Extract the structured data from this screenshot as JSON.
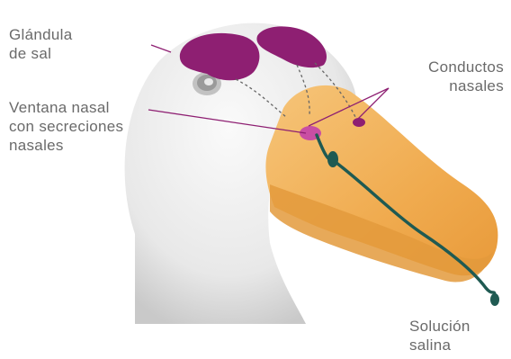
{
  "labels": {
    "salt_gland": {
      "line1": "Glándula",
      "line2": "de sal"
    },
    "nostril": {
      "line1": "Ventana nasal",
      "line2": "con secreciones",
      "line3": "nasales"
    },
    "nasal_ducts": {
      "line1": "Conductos",
      "line2": "nasales"
    },
    "saline_solution": {
      "line1": "Solución",
      "line2": "salina"
    }
  },
  "colors": {
    "gland": "#8e1f72",
    "beak": "#f2b45c",
    "beak_shadow": "#e29a3a",
    "duct": "#1f5a52",
    "head": "#e6e6e6",
    "leader_line": "#8e1f72",
    "label_text": "#6a6a6a"
  }
}
